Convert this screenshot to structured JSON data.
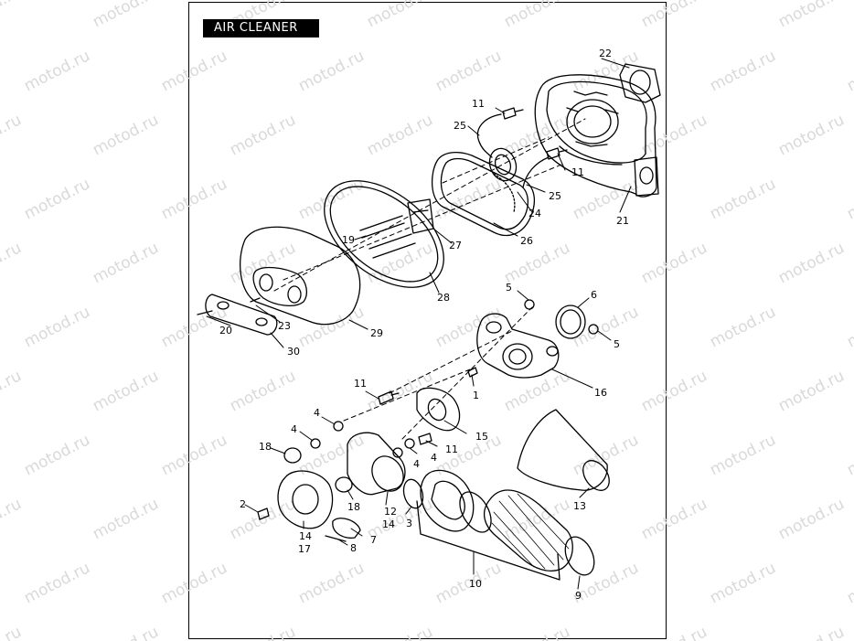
{
  "diagram": {
    "title": "AIR CLEANER",
    "watermark": "motod.ru",
    "callouts": [
      "1",
      "2",
      "3",
      "4",
      "4",
      "4",
      "4",
      "5",
      "5",
      "6",
      "7",
      "8",
      "9",
      "10",
      "11",
      "11",
      "11",
      "11",
      "12",
      "13",
      "14",
      "14",
      "15",
      "16",
      "17",
      "18",
      "18",
      "19",
      "20",
      "21",
      "22",
      "23",
      "24",
      "25",
      "25",
      "26",
      "27",
      "28",
      "29",
      "30"
    ]
  },
  "colors": {
    "line": "#000000",
    "watermark": "#d9d9d9",
    "title_bg": "#000000",
    "title_fg": "#ffffff"
  }
}
